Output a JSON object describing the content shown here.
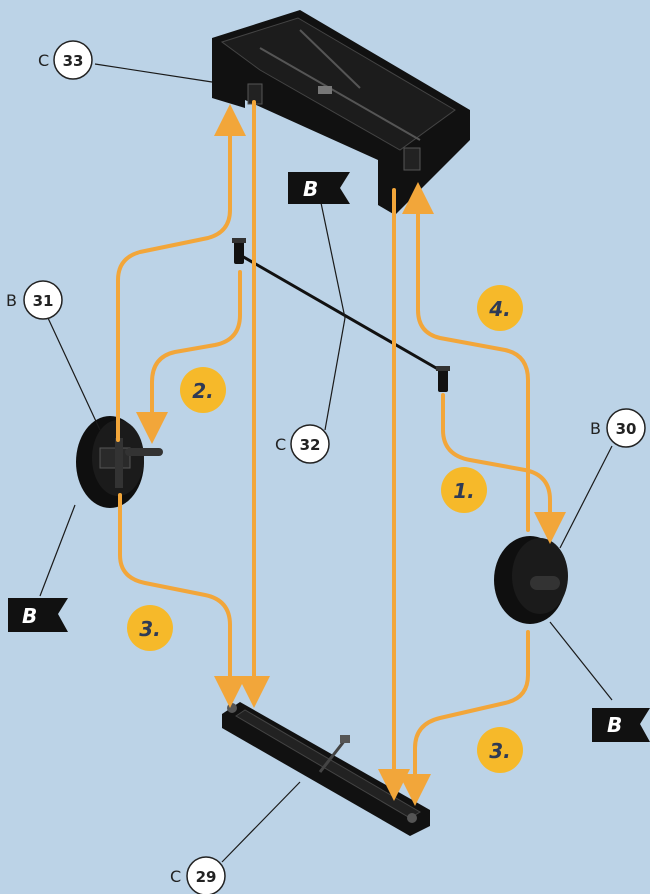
{
  "parts": [
    {
      "prefix": "C",
      "number": "33"
    },
    {
      "prefix": "B",
      "number": "31"
    },
    {
      "prefix": "C",
      "number": "32"
    },
    {
      "prefix": "B",
      "number": "30"
    },
    {
      "prefix": "C",
      "number": "29"
    }
  ],
  "steps": [
    "1.",
    "2.",
    "3.",
    "3.",
    "4."
  ],
  "flags": [
    "B",
    "B",
    "B"
  ],
  "colors": {
    "background": "#bcd3e7",
    "arrow": "#f2a63a",
    "step_badge": "#f6b92a",
    "part": "#111111"
  }
}
